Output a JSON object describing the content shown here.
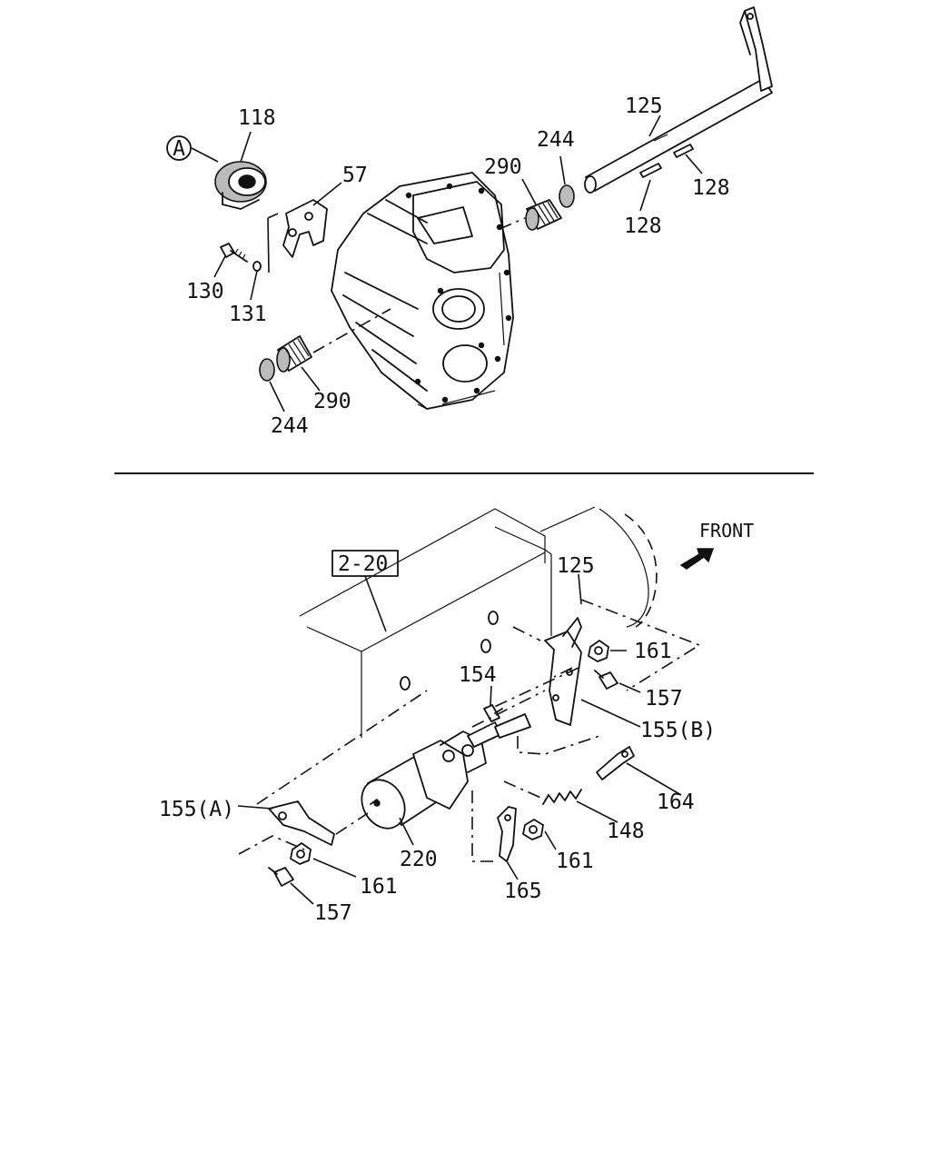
{
  "top_diagram": {
    "callouts": {
      "ref_a": "A",
      "p118": "118",
      "p57": "57",
      "p130": "130",
      "p131": "131",
      "p290_upper": "290",
      "p244_upper": "244",
      "p125": "125",
      "p128_right": "128",
      "p128_left": "128",
      "p290_lower": "290",
      "p244_lower": "244"
    }
  },
  "bottom_diagram": {
    "section_ref": "2-20",
    "direction_label": "FRONT",
    "callouts": {
      "p125": "125",
      "p161_top": "161",
      "p157_top": "157",
      "p154": "154",
      "p155b": "155(B)",
      "p164": "164",
      "p155a": "155(A)",
      "p148": "148",
      "p220": "220",
      "p161_mid": "161",
      "p161_low": "161",
      "p165": "165",
      "p157_low": "157"
    }
  }
}
